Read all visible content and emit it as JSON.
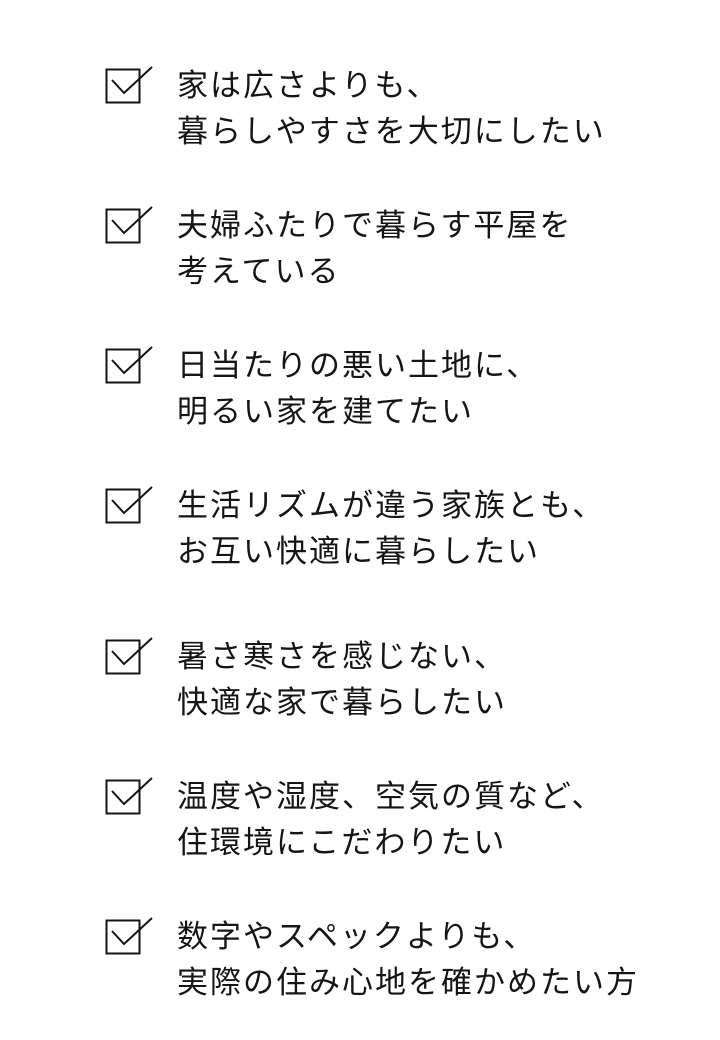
{
  "checklist": {
    "items": [
      {
        "checked": true,
        "lines": [
          "家は広さよりも、",
          "暮らしやすさを大切にしたい"
        ]
      },
      {
        "checked": true,
        "lines": [
          "夫婦ふたりで暮らす平屋を",
          "考えている"
        ]
      },
      {
        "checked": true,
        "lines": [
          "日当たりの悪い土地に、",
          "明るい家を建てたい"
        ]
      },
      {
        "checked": true,
        "lines": [
          "生活リズムが違う家族とも、",
          "お互い快適に暮らしたい"
        ]
      },
      {
        "checked": true,
        "lines": [
          "暑さ寒さを感じない、",
          "快適な家で暮らしたい"
        ]
      },
      {
        "checked": true,
        "lines": [
          "温度や湿度、空気の質など、",
          "住環境にこだわりたい"
        ]
      },
      {
        "checked": true,
        "lines": [
          "数字やスペックよりも、",
          "実際の住み心地を確かめたい方"
        ]
      }
    ]
  },
  "colors": {
    "text": "#151515",
    "icon_stroke": "#151515",
    "background": "#ffffff"
  },
  "icons": {
    "checkbox": "checkbox-checked-icon"
  }
}
